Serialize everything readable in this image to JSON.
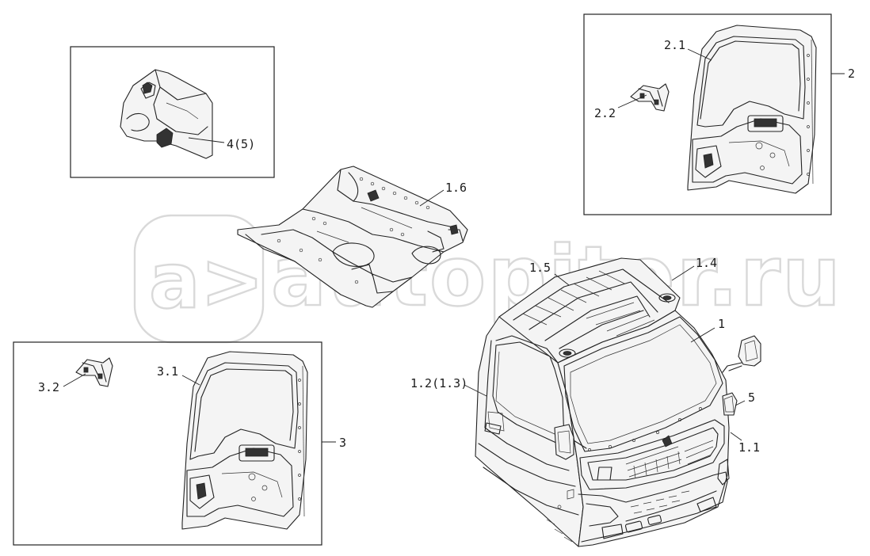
{
  "watermark": {
    "logo_glyph": "a>",
    "text": "autopiter.ru"
  },
  "labels": {
    "l_4_5": "4(5)",
    "l_2_1": "2.1",
    "l_2_2": "2.2",
    "l_2": "2",
    "l_1_6": "1.6",
    "l_1_5": "1.5",
    "l_1_4": "1.4",
    "l_1": "1",
    "l_1_2": "1.2(1.3)",
    "l_5": "5",
    "l_1_1": "1.1",
    "l_3_1": "3.1",
    "l_3_2": "3.2",
    "l_3": "3"
  }
}
